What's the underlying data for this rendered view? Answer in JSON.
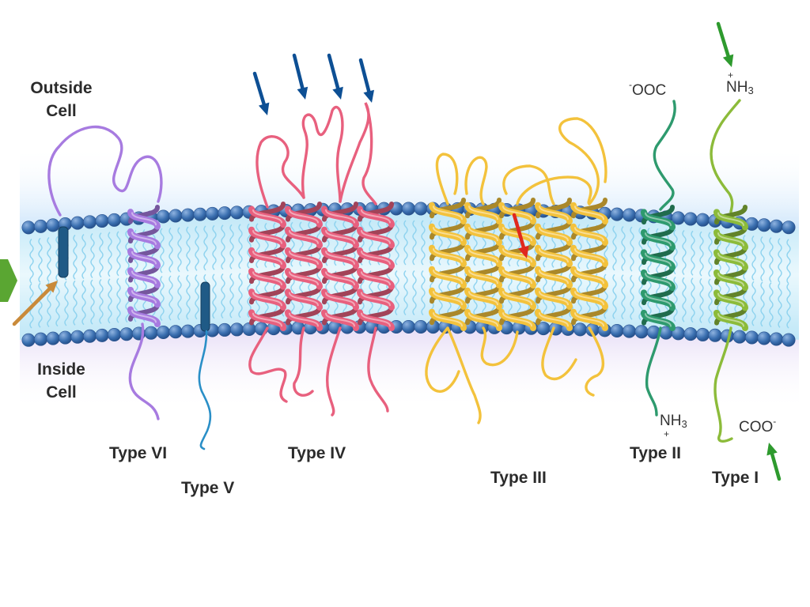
{
  "regions": {
    "outside_line1": "Outside",
    "outside_line2": "Cell",
    "inside_line1": "Inside",
    "inside_line2": "Cell"
  },
  "proteins": [
    {
      "id": "type-vi",
      "label": "Type VI",
      "color": "#a77be0"
    },
    {
      "id": "type-v",
      "label": "Type V",
      "color": "#2a8fc7"
    },
    {
      "id": "type-iv",
      "label": "Type IV",
      "color": "#e8607e"
    },
    {
      "id": "type-iii",
      "label": "Type III",
      "color": "#f3c23c"
    },
    {
      "id": "type-ii",
      "label": "Type II",
      "color": "#2e9a6e"
    },
    {
      "id": "type-i",
      "label": "Type I",
      "color": "#8cbb3a"
    }
  ],
  "termini": {
    "type_ii_top": {
      "charge": "-",
      "text": "OOC"
    },
    "type_ii_bottom": {
      "charge": "+",
      "text": "NH",
      "sub": "3"
    },
    "type_i_top": {
      "charge": "+",
      "text": "NH",
      "sub": "3"
    },
    "type_i_bottom": {
      "charge": "-",
      "text": "COO"
    }
  },
  "colors": {
    "lipid_head": "#3a6fb0",
    "lipid_tail": "#8fd3ef",
    "outer_glow": "#cfe6fb",
    "inner_glow": "#e6dcf6",
    "arrow_blue": "#0d4f94",
    "arrow_green": "#2e9a2e",
    "arrow_red": "#e0281f",
    "arrow_brown": "#c98a3a",
    "nav_green": "#5aa632"
  }
}
